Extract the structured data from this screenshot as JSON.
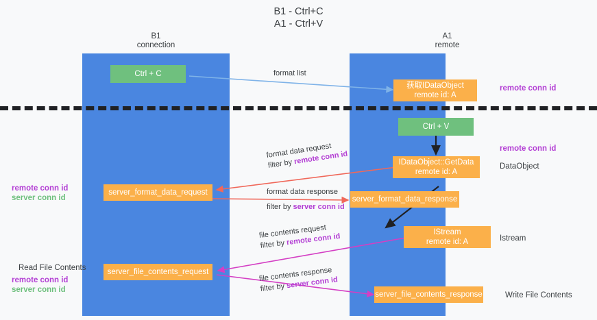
{
  "title": {
    "line1": "B1 - Ctrl+C",
    "line2": "A1 - Ctrl+V"
  },
  "columns": [
    {
      "name": "B1",
      "role": "connection"
    },
    {
      "name": "A1",
      "role": "remote"
    }
  ],
  "boxes": {
    "ctrl_c": {
      "label": "Ctrl + C"
    },
    "ctrl_v": {
      "label": "Ctrl + V"
    },
    "get_idataobject": {
      "line1": "获取IDataObject",
      "line2": "remote id: A"
    },
    "idataobject_getdata": {
      "line1": "IDataObject::GetData",
      "line2": "remote id: A"
    },
    "istream": {
      "line1": "IStream",
      "line2": "remote id: A"
    },
    "server_format_data_request": {
      "label": "server_format_data_request"
    },
    "server_format_data_response": {
      "label": "server_format_data_response"
    },
    "server_file_contents_request": {
      "label": "server_file_contents_request"
    },
    "server_file_contents_response": {
      "label": "server_file_contents_response"
    }
  },
  "flows": [
    {
      "id": "format-list",
      "line1": "format list",
      "line2": "",
      "highlight": ""
    },
    {
      "id": "format-data-request",
      "line1": "format data request",
      "line2": "filter by ",
      "highlight": "remote conn id"
    },
    {
      "id": "format-data-response",
      "line1": "format data response",
      "line2": "filter by ",
      "highlight": "server conn id"
    },
    {
      "id": "file-contents-request",
      "line1": "file contents request",
      "line2": "filter by ",
      "highlight": "remote conn id"
    },
    {
      "id": "file-contents-response",
      "line1": "file contents response",
      "line2": "filter by ",
      "highlight": "server conn id"
    }
  ],
  "right_labels": [
    {
      "id": "remote-conn-id-top",
      "text": "remote conn id",
      "style": "remote"
    },
    {
      "id": "remote-conn-id-mid",
      "text": "remote conn id",
      "style": "remote"
    },
    {
      "id": "dataobject",
      "text": "DataObject",
      "style": "plain"
    },
    {
      "id": "istream",
      "text": "Istream",
      "style": "plain"
    },
    {
      "id": "write-file-contents",
      "text": "Write File Contents",
      "style": "plain"
    }
  ],
  "left_labels": {
    "mid_remote": "remote conn id",
    "mid_server": "server conn id",
    "read_file_contents": "Read File Contents",
    "bottom_remote": "remote conn id",
    "bottom_server": "server conn id"
  },
  "colors": {
    "lane": "#4a86e0",
    "green_box": "#6fc07e",
    "orange_box": "#fbb04a",
    "conn_remote": "#b33fd4",
    "conn_server": "#6fc07e",
    "arrow_blue": "#7fb3e8",
    "arrow_red": "#f0685a",
    "arrow_magenta": "#d43fc4",
    "arrow_black": "#202124",
    "background": "#f8f9fa"
  }
}
